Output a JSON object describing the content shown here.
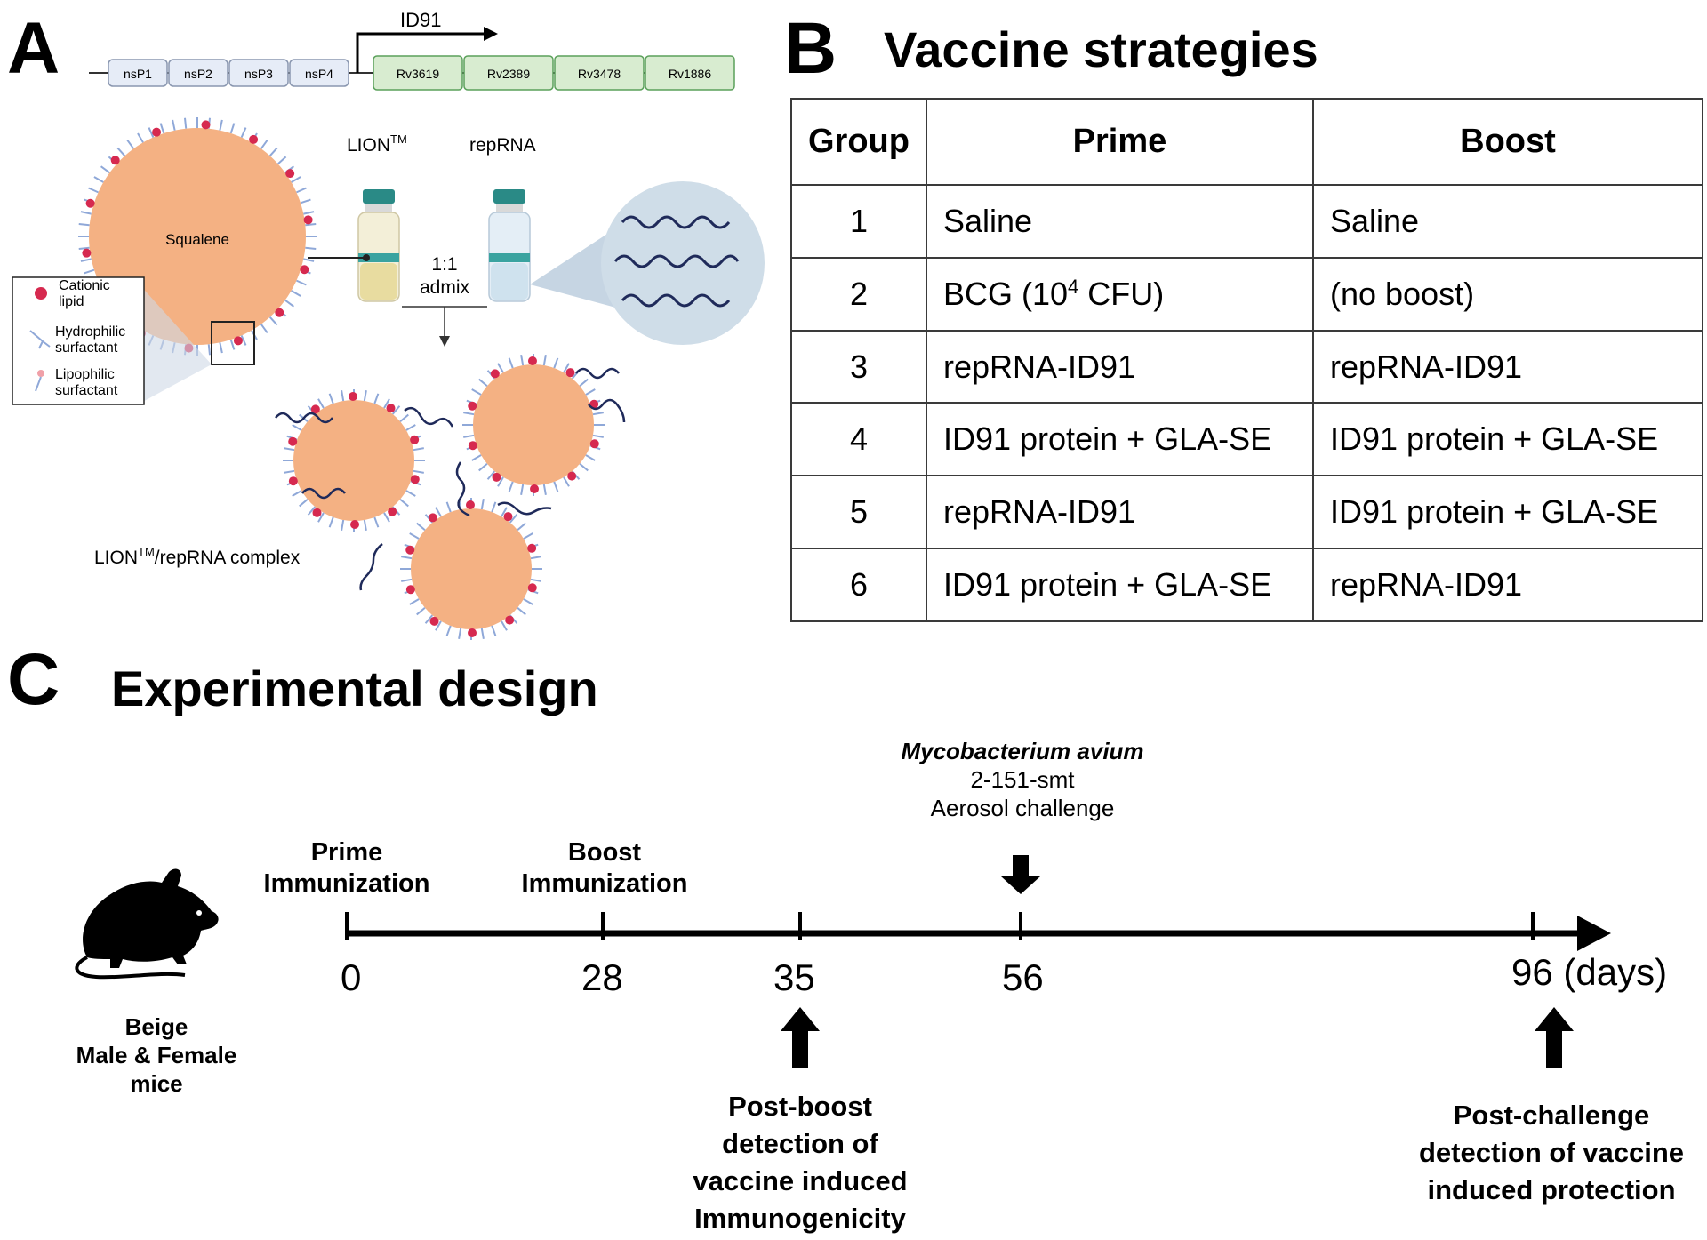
{
  "panel_a": {
    "letter": "A",
    "construct_label": "ID91",
    "replicon_genes": [
      "nsP1",
      "nsP2",
      "nsP3",
      "nsP4"
    ],
    "antigen_genes": [
      "Rv3619",
      "Rv2389",
      "Rv3478",
      "Rv1886"
    ],
    "lion_label": "LION",
    "lion_tm": "TM",
    "reprna_label": "repRNA",
    "squalene_label": "Squalene",
    "admix_ratio": "1:1",
    "admix_label": "admix",
    "legend": [
      {
        "line1": "Cationic",
        "line2": "lipid"
      },
      {
        "line1": "Hydrophilic",
        "line2": "surfactant"
      },
      {
        "line1": "Lipophilic",
        "line2": "surfactant"
      }
    ],
    "complex_prefix": "LION",
    "complex_tm": "TM",
    "complex_suffix": "/repRNA complex",
    "colors": {
      "particle": "#f4b183",
      "lipid": "#d6294f",
      "surfactant": "#8fa8d8",
      "gene_box": "#d8ecd0",
      "rep_box": "#e6ecf7",
      "rna": "#1f2a5a"
    }
  },
  "panel_b": {
    "letter": "B",
    "title": "Vaccine strategies",
    "headers": [
      "Group",
      "Prime",
      "Boost"
    ],
    "rows": [
      {
        "group": "1",
        "prime": "Saline",
        "boost": "Saline"
      },
      {
        "group": "2",
        "prime": "BCG (10",
        "prime_sup": "4",
        "prime_tail": " CFU)",
        "boost": "(no boost)"
      },
      {
        "group": "3",
        "prime": "repRNA-ID91",
        "boost": "repRNA-ID91"
      },
      {
        "group": "4",
        "prime": "ID91 protein + GLA-SE",
        "boost": "ID91 protein + GLA-SE"
      },
      {
        "group": "5",
        "prime": "repRNA-ID91",
        "boost": "ID91 protein + GLA-SE"
      },
      {
        "group": "6",
        "prime": "ID91 protein + GLA-SE",
        "boost": "repRNA-ID91"
      }
    ]
  },
  "panel_c": {
    "letter": "C",
    "title": "Experimental design",
    "mouse_label": [
      "Beige",
      "Male & Female",
      "mice"
    ],
    "prime_label": [
      "Prime",
      "Immunization"
    ],
    "boost_label": [
      "Boost",
      "Immunization"
    ],
    "challenge_organism": "Mycobacterium avium",
    "challenge_strain": "2-151-smt",
    "challenge_route": "Aerosol challenge",
    "days": [
      "0",
      "28",
      "35",
      "56",
      "96 (days)"
    ],
    "post_boost": [
      "Post-boost",
      "detection of",
      "vaccine induced",
      "Immunogenicity"
    ],
    "post_challenge": [
      "Post-challenge",
      "detection of vaccine",
      "induced protection"
    ]
  }
}
